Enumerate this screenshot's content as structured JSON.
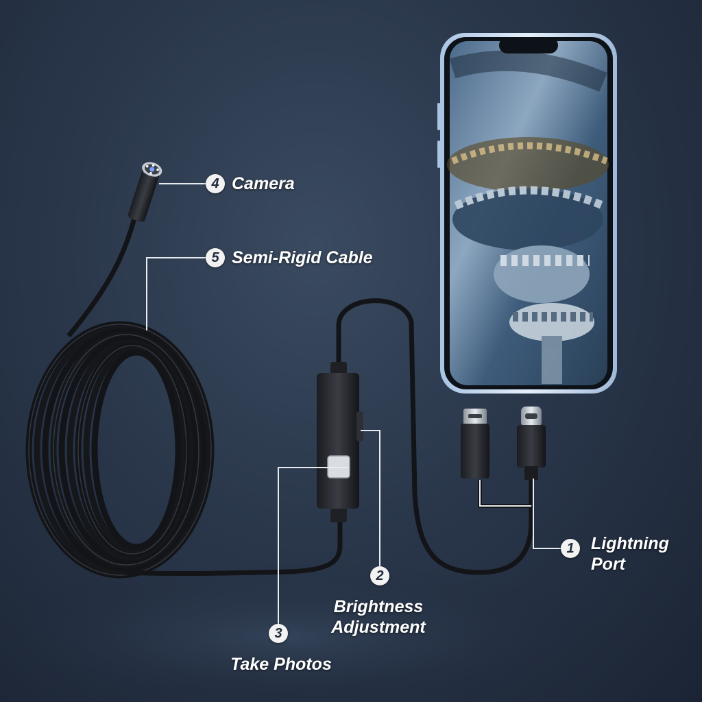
{
  "callouts": {
    "camera": {
      "number": "4",
      "label": "Camera"
    },
    "cable": {
      "number": "5",
      "label": "Semi-Rigid Cable"
    },
    "port": {
      "number": "1",
      "label_line1": "Lightning",
      "label_line2": "Port"
    },
    "brightness": {
      "number": "2",
      "label_line1": "Brightness",
      "label_line2": "Adjustment"
    },
    "photos": {
      "number": "3",
      "label": "Take Photos"
    }
  },
  "colors": {
    "background": "#2a374b",
    "cable": "#121418",
    "phone_frame": "#cfe0f5",
    "label_text": "#ffffff",
    "badge_fill": "#f2f2f2"
  },
  "icons": {
    "camera_head": "camera-lens-icon",
    "photo_button": "shutter-button-icon",
    "micro_usb": "micro-usb-plug-icon",
    "usb_c": "usb-c-plug-icon"
  }
}
